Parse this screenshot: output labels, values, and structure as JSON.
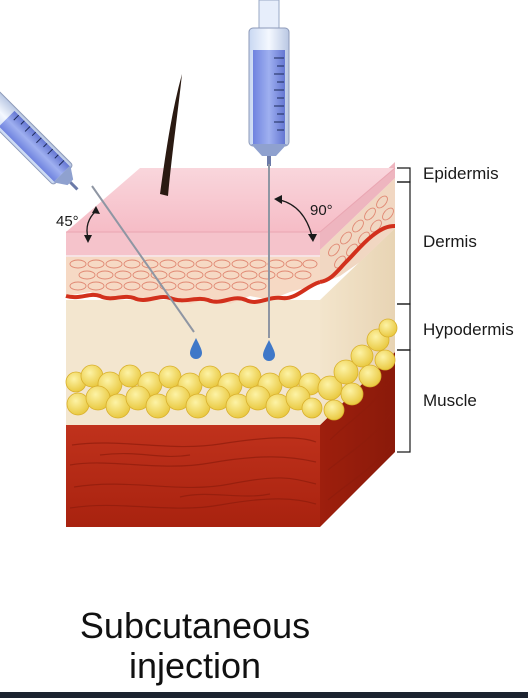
{
  "title_line1": "Subcutaneous",
  "title_line2": "injection",
  "angles": {
    "left": "45°",
    "right": "90°"
  },
  "layers": [
    "Epidermis",
    "Dermis",
    "Hypodermis",
    "Muscle"
  ],
  "colors": {
    "epidermis": "#f7c6cf",
    "dermis": "#f4e7d1",
    "fat": "#f5df5e",
    "muscle": "#b32a17",
    "syringe_fluid": "#7e93e6",
    "drop": "#3f78c8"
  }
}
